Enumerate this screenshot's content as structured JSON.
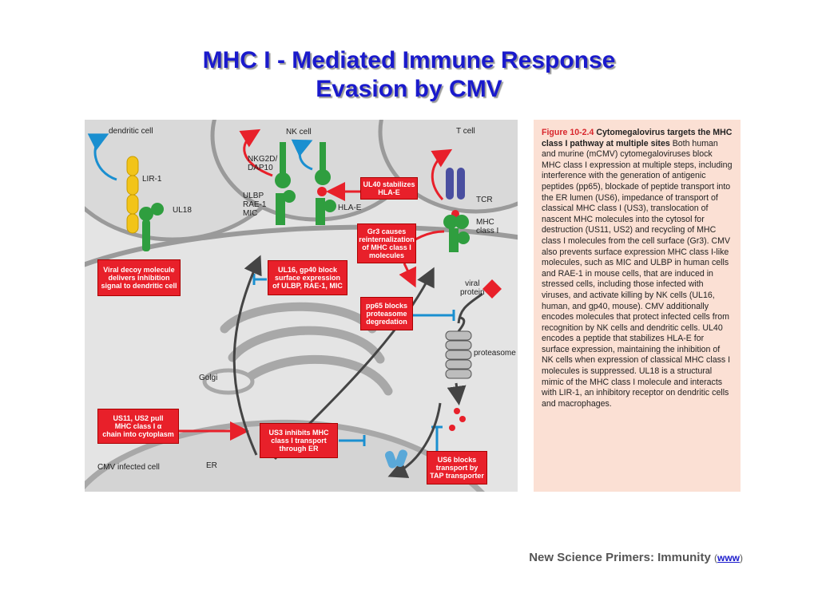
{
  "title": {
    "line1": "MHC I - Mediated Immune Response",
    "line2": "Evasion by CMV"
  },
  "diagram": {
    "dendritic_cell": "dendritic cell",
    "nk_cell": "NK cell",
    "t_cell": "T cell",
    "lir1": "LIR-1",
    "ul18": "UL18",
    "nkg2d": "NKG2D/\nDAP10",
    "ulbp": "ULBP\nRAE-1\nMIC",
    "hla_e": "HLA-E",
    "tcr": "TCR",
    "mhc_class_i": "MHC\nclass I",
    "viral_protein": "viral\nprotein",
    "proteasome": "proteasome",
    "golgi": "Golgi",
    "er": "ER",
    "cmv_infected_cell": "CMV infected cell",
    "box_viral_decoy": "Viral decoy molecule\ndelivers inhibition\nsignal to dendritic cell",
    "box_ul16": "UL16, gp40 block\nsurface expression\nof ULBP, RAE-1, MIC",
    "box_ul40": "UL40 stabilizes\nHLA-E",
    "box_gr3": "Gr3 causes\nreinternalization\nof MHC class I\nmolecules",
    "box_pp65": "pp65 blocks\nproteasome\ndegredation",
    "box_us11": "US11, US2 pull\nMHC class I α\nchain into cytoplasm",
    "box_us3": "US3 inhibits MHC\nclass I transport\nthrough ER",
    "box_us6": "US6 blocks\ntransport by\nTAP transporter"
  },
  "caption": {
    "figure_number": "Figure 10-2.4",
    "figure_title": "Cytomegalovirus targets the MHC class I pathway at multiple sites",
    "body": "Both human and murine (mCMV) cytomegaloviruses block MHC class I expression at multiple steps, including interference with the generation of antigenic peptides (pp65), blockade of peptide transport into the ER lumen (US6), impedance of transport of classical MHC class I (US3), translocation of nascent MHC molecules into the cytosol for destruction (US11, US2) and recycling of MHC class I molecules from the cell surface (Gr3). CMV also prevents surface expression MHC class I-like molecules, such as MIC and ULBP in human cells and RAE-1 in mouse cells, that are induced in stressed cells, including those infected with viruses, and activate killing by NK cells (UL16, human, and gp40, mouse). CMV additionally encodes molecules that protect infected cells from recognition by NK cells and dendritic cells. UL40 encodes a peptide that stabilizes HLA-E for surface expression, maintaining the inhibition of NK cells when expression of classical MHC class I molecules is suppressed. UL18 is a structural mimic of the MHC class I molecule and interacts with LIR-1, an inhibitory receptor on dendritic cells and macrophages."
  },
  "footer": {
    "source": "New Science Primers: Immunity",
    "open_paren": "(",
    "link": "www",
    "close_paren": ")"
  },
  "colors": {
    "title": "#1a1acc",
    "red_box": "#e8202a",
    "caption_bg": "#fbe0d4",
    "mhc_green": "#2f9e3f",
    "lir_yellow": "#f2c418",
    "tcr_blue": "#4a4fa0",
    "block_blue": "#1a8fd0"
  }
}
